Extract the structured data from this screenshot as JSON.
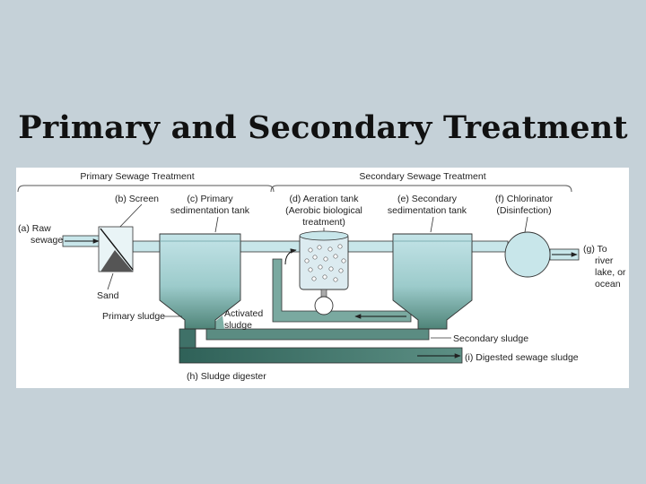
{
  "title": "Primary and Secondary Treatment",
  "sections": {
    "primary": "Primary Sewage Treatment",
    "secondary": "Secondary Sewage Treatment"
  },
  "labels": {
    "raw_sewage": [
      "(a) Raw",
      "sewage"
    ],
    "screen": "(b) Screen",
    "primary_tank": [
      "(c) Primary",
      "sedimentation tank"
    ],
    "aeration_tank": [
      "(d) Aeration tank",
      "(Aerobic biological",
      "treatment)"
    ],
    "secondary_tank": [
      "(e) Secondary",
      "sedimentation tank"
    ],
    "chlorinator": [
      "(f) Chlorinator",
      "(Disinfection)"
    ],
    "outflow": [
      "(g) To",
      "river",
      "lake, or",
      "ocean"
    ],
    "sand": "Sand",
    "primary_sludge": "Primary sludge",
    "activated_sludge": [
      "Activated",
      "sludge"
    ],
    "secondary_sludge": "Secondary sludge",
    "digested_sludge": "(i) Digested sewage sludge",
    "sludge_digester": "(h) Sludge digester"
  },
  "colors": {
    "background": "#c5d1d8",
    "water_light": "#c8e6ea",
    "water_dark": "#96c6c6",
    "sludge_dark": "#3a6b64",
    "sludge_mid": "#5e8f86",
    "outline": "#333333"
  }
}
